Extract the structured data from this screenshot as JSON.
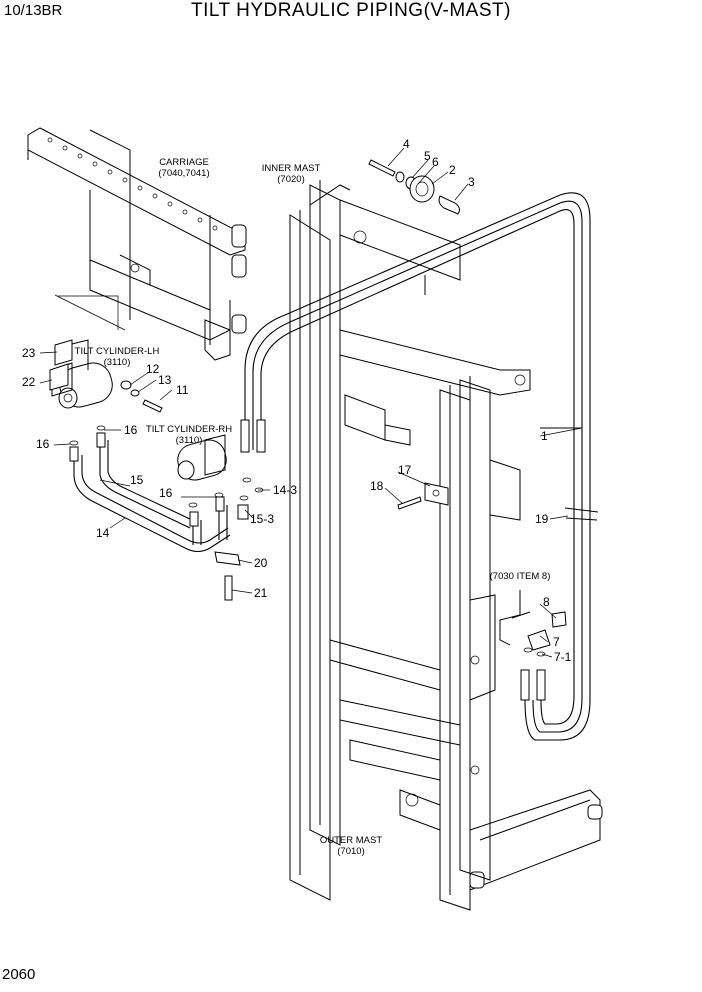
{
  "header": {
    "model": "10/13BR",
    "title": "TILT HYDRAULIC PIPING(V-MAST)"
  },
  "footer": {
    "page_number": "2060"
  },
  "assemblies": {
    "carriage": {
      "name": "CARRIAGE",
      "ref": "(7040,7041)"
    },
    "inner_mast": {
      "name": "INNER MAST",
      "ref": "(7020)"
    },
    "outer_mast": {
      "name": "OUTER MAST",
      "ref": "(7010)"
    },
    "tilt_lh": {
      "name": "TILT CYLINDER-LH",
      "ref": "(3110)"
    },
    "tilt_rh": {
      "name": "TILT CYLINDER-RH",
      "ref": "(3110)"
    },
    "item_ref": {
      "name": "(7030 ITEM 8)"
    }
  },
  "callouts": {
    "p1": "1",
    "p2": "2",
    "p3": "3",
    "p4": "4",
    "p5": "5",
    "p6": "6",
    "p7": "7",
    "p7_1": "7-1",
    "p8": "8",
    "p11": "11",
    "p12": "12",
    "p13": "13",
    "p14": "14",
    "p14_3": "14-3",
    "p15": "15",
    "p15_3": "15-3",
    "p16a": "16",
    "p16b": "16",
    "p16c": "16",
    "p17": "17",
    "p18": "18",
    "p19": "19",
    "p20": "20",
    "p21": "21",
    "p22": "22",
    "p23": "23"
  }
}
